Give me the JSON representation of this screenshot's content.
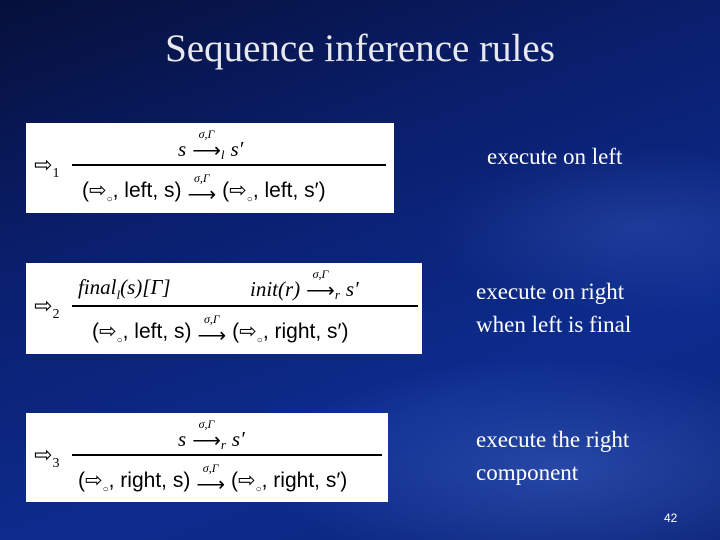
{
  "title": "Sequence inference rules",
  "rules": [
    {
      "symbol": "⇨",
      "num": "1",
      "premise": {
        "left": "s",
        "arrow_label": "σ,Γ",
        "arrow_sub": "l",
        "right": "s′"
      },
      "conclusion": {
        "left_open": "(⇨",
        "left_sub": "○",
        "left_rest": ", left, s)",
        "arrow_label": "σ,Γ",
        "right_open": "(⇨",
        "right_sub": "○",
        "right_rest": ", left, s′)"
      },
      "caption": [
        "execute on left"
      ]
    },
    {
      "symbol": "⇨",
      "num": "2",
      "premise": {
        "extra": "final",
        "extra_sub": "l",
        "extra_rest": "(s)[Γ]",
        "left": "init(r)",
        "arrow_label": "σ,Γ",
        "arrow_sub": "r",
        "right": "s′"
      },
      "conclusion": {
        "left_open": "(⇨",
        "left_sub": "○",
        "left_rest": ", left, s)",
        "arrow_label": "σ,Γ",
        "right_open": "(⇨",
        "right_sub": "○",
        "right_rest": ", right, s′)"
      },
      "caption": [
        "execute on right",
        "when left is final"
      ]
    },
    {
      "symbol": "⇨",
      "num": "3",
      "premise": {
        "left": "s",
        "arrow_label": "σ,Γ",
        "arrow_sub": "r",
        "right": "s′"
      },
      "conclusion": {
        "left_open": "(⇨",
        "left_sub": "○",
        "left_rest": ", right, s)",
        "arrow_label": "σ,Γ",
        "right_open": "(⇨",
        "right_sub": "○",
        "right_rest": ", right, s′)"
      },
      "caption": [
        "execute the right",
        "component"
      ]
    }
  ],
  "page_number": "42"
}
